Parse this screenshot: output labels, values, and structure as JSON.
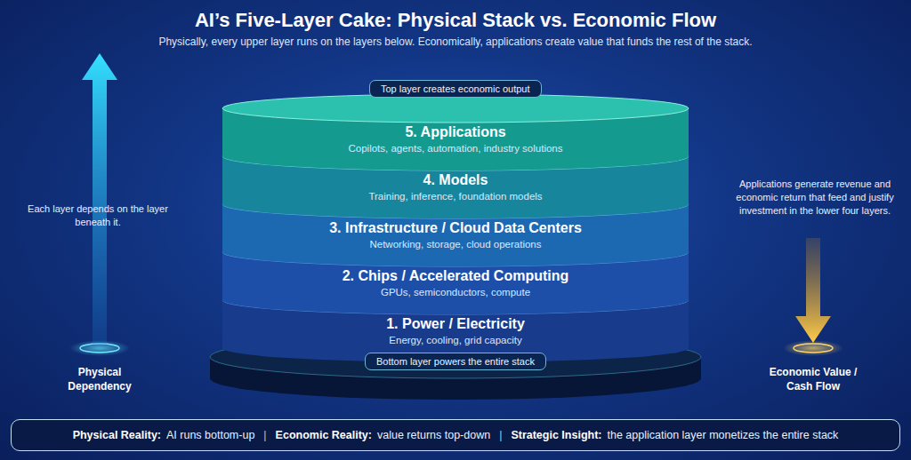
{
  "diagram": {
    "title": "AI’s Five-Layer Cake: Physical Stack vs. Economic Flow",
    "nodes": [
      {
        "text": [
          "Top layer creates economic output"
        ]
      },
      {
        "text": [
          "5. Applications",
          "Copilots, agents, automation, industry solutions"
        ]
      },
      {
        "text": [
          "4. Models",
          "Training, inference, foundation models"
        ]
      },
      {
        "text": [
          "3. Infrastructure / Cloud Data Centers",
          "Networking, storage, cloud operations"
        ]
      },
      {
        "text": [
          "2. Chips / Accelerated Computing",
          "GPUs, semiconductors, compute"
        ]
      },
      {
        "text": [
          "1. Power / Electricity",
          "Energy, cooling, grid capacity"
        ]
      },
      {
        "text": [
          "Bottom layer powers the entire stack"
        ]
      },
      {
        "text": [
          "Physical Reality:",
          "AI runs bottom-up",
          "|",
          "Economic Reality:",
          "value returns top-down",
          "|",
          "Strategic Insight:",
          "the application layer monetizes the entire stack"
        ]
      }
    ],
    "labels": [
      "Physically, every upper layer runs on the layers below. Economically, applications create value that funds the rest of the stack.",
      "Each layer depends on the layer beneath it.",
      "Physical Dependency",
      "Applications generate revenue and economic return that feed and justify investment in the lower four layers.",
      "Economic Value / Cash Flow"
    ]
  }
}
